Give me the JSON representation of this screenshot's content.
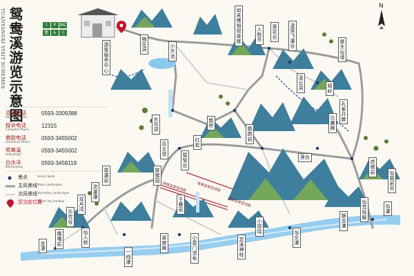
{
  "map": {
    "title": "鸳鸯溪游览示意图",
    "title_en": "YUANYANGXI VISIT SCHEMES",
    "north_label": "N",
    "colors": {
      "river": "#8cc8ee",
      "major_road": "#9a9a9a",
      "secondary_road": "#c8c8c8",
      "tour_route": "#2b4b9b",
      "current_location": "#c8102e",
      "mountain_blue": "#3d7f9c",
      "mountain_green": "#7fae4f",
      "label_green": "#3e8e3e"
    },
    "contacts": [
      {
        "label": "咨询电话",
        "sub": "Advisory Phone",
        "phone": "0593-3309388"
      },
      {
        "label": "投诉电话",
        "sub": "Complaint Phone",
        "phone": "12315"
      },
      {
        "label": "救助电话",
        "sub": "Assistance Phone",
        "phone": "0593-3455002"
      },
      {
        "label": "鸳鸯溪",
        "sub": "Yuanyangxi",
        "phone": "0593-3455002"
      },
      {
        "label": "白水洋",
        "sub": "Baishuiyang",
        "phone": "0593-3458118"
      }
    ],
    "legend": [
      {
        "icon": "scenic-spot-icon",
        "label": "景点",
        "sub": "Scenic Spots"
      },
      {
        "icon": "major-route-icon",
        "label": "主风景线",
        "sub": "Major Landscapes"
      },
      {
        "icon": "secondary-route-icon",
        "label": "次风景线",
        "sub": "Secondary Landscapes"
      },
      {
        "icon": "current-location-icon",
        "label": "您当前位置",
        "sub": "Where You Are Now"
      }
    ],
    "facility_icons": [
      "P",
      "WC",
      "医",
      "♿",
      "🍴"
    ],
    "spots": [
      {
        "name": "游客服务中心",
        "style": "v"
      },
      {
        "name": "梅花洞",
        "style": "v"
      },
      {
        "name": "小天池",
        "style": "v"
      },
      {
        "name": "如来佛祖观音崖",
        "style": "v"
      },
      {
        "name": "入胜亭",
        "style": "v"
      },
      {
        "name": "凌霄飞瀑台",
        "style": "v"
      },
      {
        "name": "摩天仙境",
        "style": "v"
      },
      {
        "name": "凌云洞",
        "style": "v"
      },
      {
        "name": "晴岭",
        "style": "v"
      },
      {
        "name": "水帘洞",
        "style": "v"
      },
      {
        "name": "百丈漈",
        "style": "v"
      },
      {
        "name": "孔雀开屏",
        "style": "v"
      },
      {
        "name": "比翼峰",
        "style": "v"
      },
      {
        "name": "鹦鹉岩",
        "style": "v"
      },
      {
        "name": "鹊桥",
        "style": "v"
      },
      {
        "name": "红岩",
        "style": "v"
      },
      {
        "name": "莲台",
        "style": "v"
      },
      {
        "name": "猿愉台",
        "style": "v"
      },
      {
        "name": "虎啸岩",
        "style": "v"
      },
      {
        "name": "仙窝岩亭",
        "style": "v"
      },
      {
        "name": "仙驾枝藤",
        "style": "v"
      },
      {
        "name": "猕猴园",
        "style": "v"
      },
      {
        "name": "双月湾",
        "style": "v"
      },
      {
        "name": "流瀑潭",
        "style": "v"
      },
      {
        "name": "忘忧谷",
        "style": "v"
      },
      {
        "name": "千叠岩",
        "style": "v"
      },
      {
        "name": "翠屏峰",
        "style": "v"
      },
      {
        "name": "小雷门漈布",
        "style": "v"
      },
      {
        "name": "定溪神柱",
        "style": "v"
      },
      {
        "name": "小琼瑶",
        "style": "v"
      },
      {
        "name": "仙女瀑",
        "style": "v"
      },
      {
        "name": "银龙潭",
        "style": "v"
      },
      {
        "name": "仙瀑",
        "style": "v"
      },
      {
        "name": "仙人桥",
        "style": "v"
      },
      {
        "name": "鹰嘴岩",
        "style": "v"
      },
      {
        "name": "一线瀑",
        "style": "v"
      },
      {
        "name": "龙潭",
        "style": "v"
      },
      {
        "name": "莲花台",
        "style": "v"
      },
      {
        "name": "雷瀑岩",
        "style": "v"
      }
    ],
    "route_labels": [
      "鸳鸯溪游览线路",
      "鸳鸯溪游览线路",
      "鸳鸯溪游览线路"
    ]
  }
}
